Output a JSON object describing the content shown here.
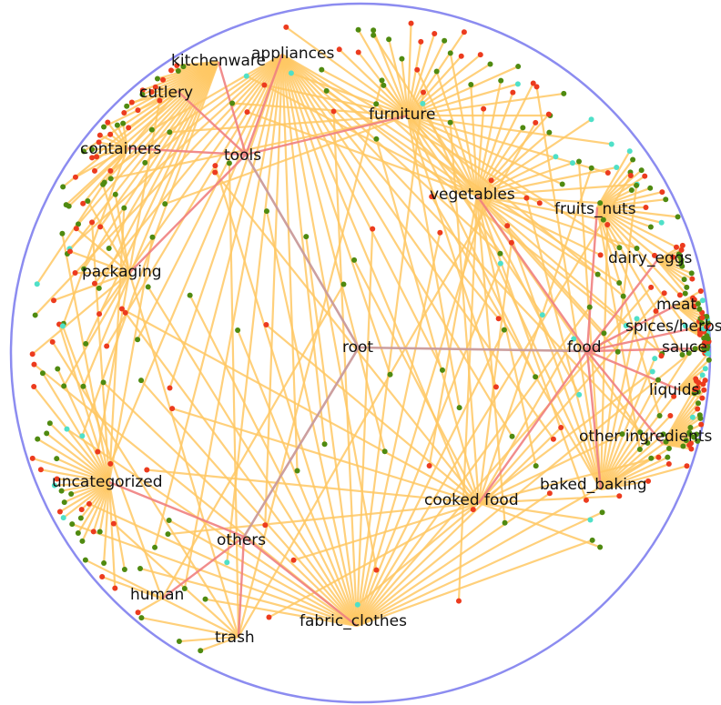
{
  "colors": {
    "boundary": "#8c8cf0",
    "spoke": "#ffc864",
    "trunk_main": "#c99a9a",
    "trunk_branch": "#f08080",
    "leaf_red": "#ec3b1e",
    "leaf_green": "#4f8a10",
    "leaf_cyan": "#4fe0c8"
  },
  "tree": {
    "root": "root",
    "level1": [
      "tools",
      "food",
      "others"
    ],
    "categories": {
      "tools": [
        "kitchenware",
        "appliances",
        "cutlery",
        "containers",
        "furniture",
        "packaging"
      ],
      "food": [
        "vegetables",
        "fruits_nuts",
        "dairy_eggs",
        "meat",
        "spices/herbs",
        "sauce",
        "liquids",
        "other ingredients",
        "baked_baking",
        "cooked food"
      ],
      "others": [
        "uncategorized",
        "human",
        "trash",
        "fabric_clothes"
      ]
    },
    "labels": {
      "root": "root",
      "tools": "tools",
      "food": "food",
      "others": "others",
      "kitchenware": "kitchenware",
      "appliances": "appliances",
      "cutlery": "cutlery",
      "containers": "containers",
      "furniture": "furniture",
      "packaging": "packaging",
      "vegetables": "vegetables",
      "fruits_nuts": "fruits_nuts",
      "dairy_eggs": "dairy_eggs",
      "meat": "meat",
      "spices_herbs": "spices/herbs",
      "sauce": "sauce",
      "liquids": "liquids",
      "other_ingredients": "other ingredients",
      "baked_baking": "baked_baking",
      "cooked_food": "cooked food",
      "uncategorized": "uncategorized",
      "human": "human",
      "trash": "trash",
      "fabric_clothes": "fabric_clothes"
    }
  }
}
